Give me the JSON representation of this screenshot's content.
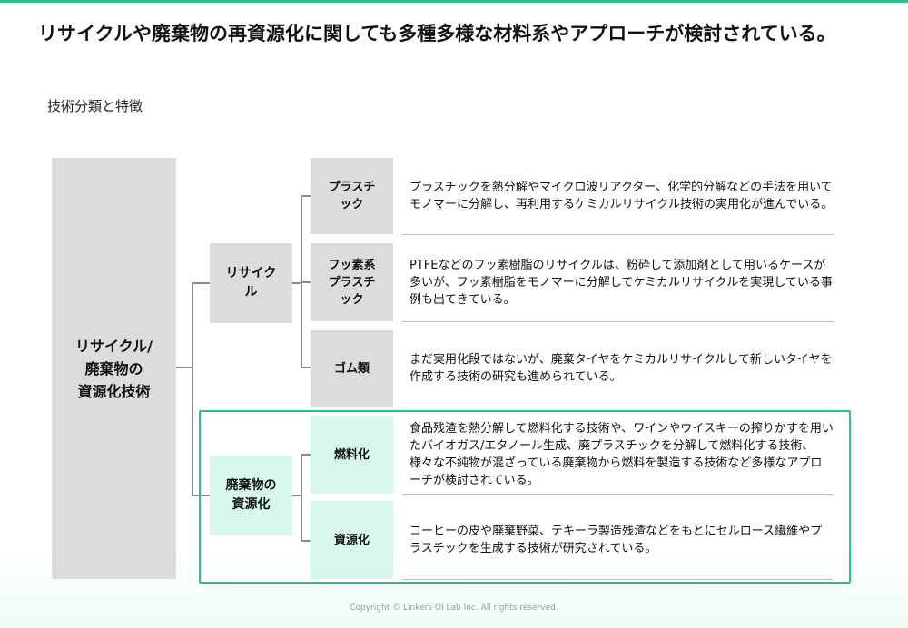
{
  "headline": "リサイクルや廃棄物の再資源化に関しても多種多様な材料系やアプローチが検討されている。",
  "subtitle": "技術分類と特徴",
  "root": {
    "line1": "リサイクル/",
    "line2": "廃棄物の",
    "line3": "資源化技術"
  },
  "recycle": {
    "line1": "リサイク",
    "line2": "ル"
  },
  "waste": {
    "line1": "廃棄物の",
    "line2": "資源化"
  },
  "items": [
    {
      "label1": "プラスチ",
      "label2": "ック",
      "label3": "",
      "desc": "プラスチックを熱分解やマイクロ波リアクター、化学的分解などの手法を用いてモノマーに分解し、再利用するケミカルリサイクル技術の実用化が進んでいる。"
    },
    {
      "label1": "フッ素系",
      "label2": "プラスチ",
      "label3": "ック",
      "desc": "PTFEなどのフッ素樹脂のリサイクルは、粉砕して添加剤として用いるケースが多いが、フッ素樹脂をモノマーに分解してケミカルリサイクルを実現している事例も出てきている。"
    },
    {
      "label1": "ゴム類",
      "label2": "",
      "label3": "",
      "desc": "まだ実用化段ではないが、廃棄タイヤをケミカルリサイクルして新しいタイヤを作成する技術の研究も進められている。"
    },
    {
      "label1": "燃料化",
      "label2": "",
      "label3": "",
      "desc": "食品残渣を熱分解して燃料化する技術や、ワインやウイスキーの搾りかすを用いたバイオガス/エタノール生成、廃プラスチックを分解して燃料化する技術、様々な不純物が混ざっている廃棄物から燃料を製造する技術など多様なアプローチが検討されている。"
    },
    {
      "label1": "資源化",
      "label2": "",
      "label3": "",
      "desc": "コーヒーの皮や廃棄野菜、テキーラ製造残渣などをもとにセルロース繊維やプラスチックを生成する技術が研究されている。"
    }
  ],
  "footer": "Copyright © Linkers OI Lab Inc. All rights reserved.",
  "colors": {
    "accent": "#2fbf86",
    "grey_box": "#dcdcdc",
    "green_box": "#d7f7ea"
  }
}
